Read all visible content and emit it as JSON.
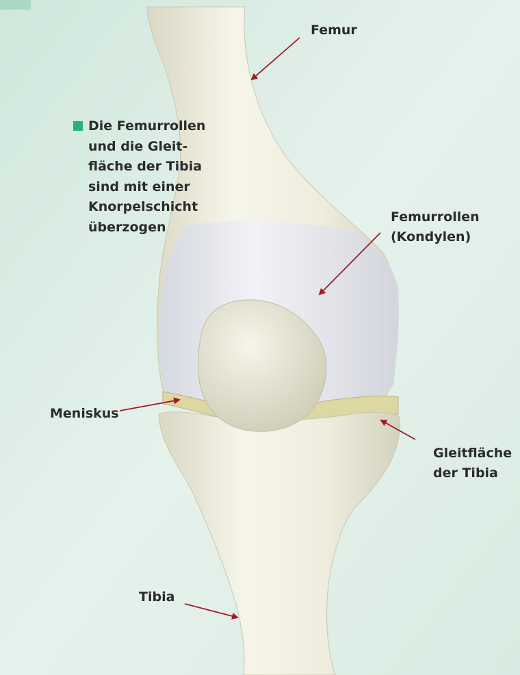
{
  "labels": {
    "femur": "Femur",
    "femurrollen_line1": "Femurrollen",
    "femurrollen_line2": "(Kondylen)",
    "meniskus": "Meniskus",
    "gleitflaeche_line1": "Gleitfläche",
    "gleitflaeche_line2": "der Tibia",
    "tibia": "Tibia"
  },
  "note": {
    "lines": [
      "Die Femurrollen",
      "und die Gleit-",
      "fläche der Tibia",
      "sind mit einer",
      "Knorpelschicht",
      "überzogen"
    ]
  },
  "colors": {
    "arrow": "#a11a2a",
    "bullet": "#25b37a",
    "bone": "#ecebdb",
    "cartilage": "#e3e5ee",
    "meniscus": "#ddd7a2",
    "background": "#e1efe8"
  }
}
